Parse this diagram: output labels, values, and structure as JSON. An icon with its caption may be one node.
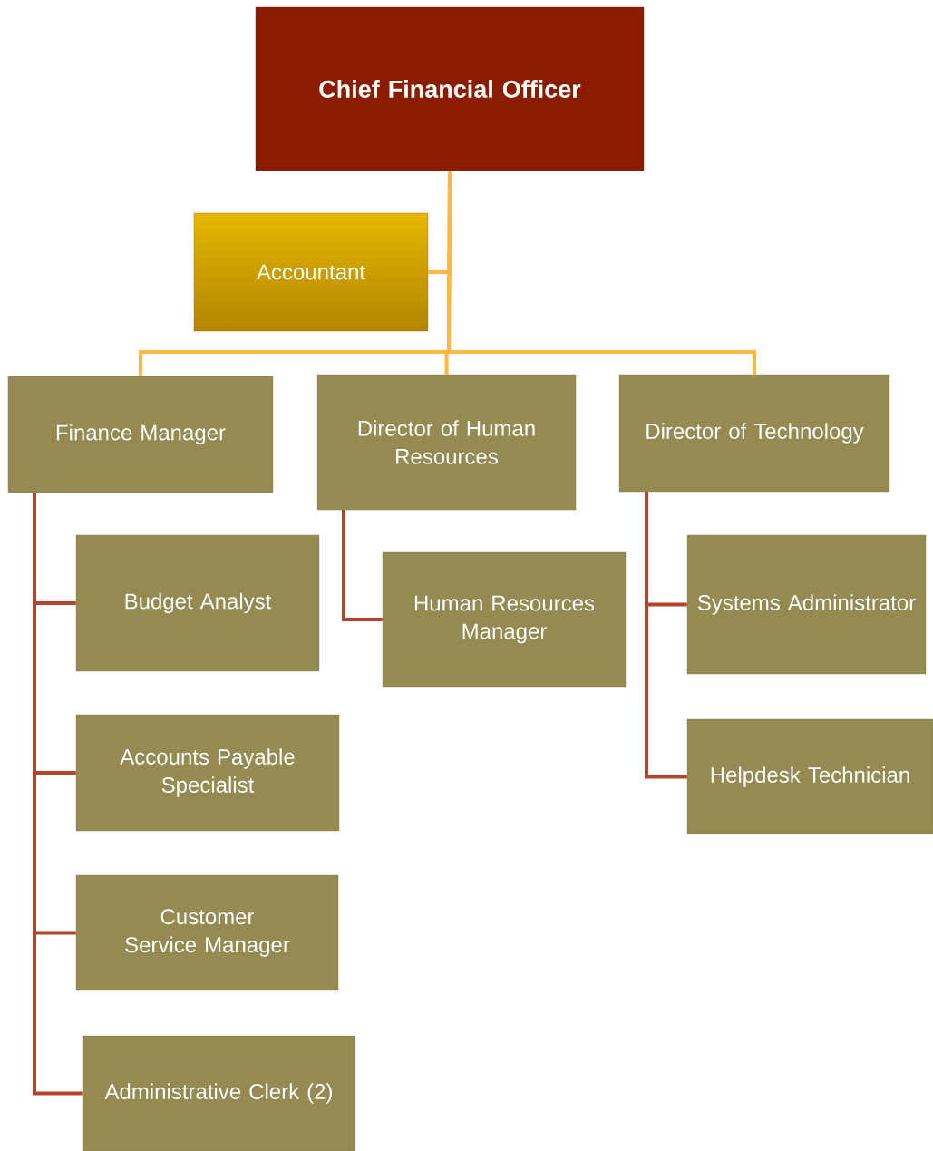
{
  "diagram": {
    "nodes": [
      {
        "text": [
          "Chief Financial Officer"
        ]
      },
      {
        "text": [
          "Accountant"
        ]
      },
      {
        "text": [
          "Finance Manager"
        ]
      },
      {
        "text": [
          "Director of Human Resources"
        ]
      },
      {
        "text": [
          "Director of Technology"
        ]
      },
      {
        "text": [
          "Budget Analyst"
        ]
      },
      {
        "text": [
          "Accounts Payable Specialist"
        ]
      },
      {
        "text": [
          "Customer Service Manager"
        ]
      },
      {
        "text": [
          "Administrative Clerk (2)"
        ]
      },
      {
        "text": [
          "Human Resources Manager"
        ]
      },
      {
        "text": [
          "Systems Administrator"
        ]
      },
      {
        "text": [
          "Helpdesk Technician"
        ]
      }
    ],
    "edges": [
      {
        "from": 0,
        "to": 1,
        "arrow": "none",
        "color": "#fbb843"
      },
      {
        "from": 0,
        "to": 2,
        "arrow": "none",
        "color": "#fbb843"
      },
      {
        "from": 0,
        "to": 3,
        "arrow": "none",
        "color": "#fbb843"
      },
      {
        "from": 0,
        "to": 4,
        "arrow": "none",
        "color": "#fbb843"
      },
      {
        "from": 2,
        "to": 5,
        "arrow": "none"
      },
      {
        "from": 2,
        "to": 6,
        "arrow": "none"
      },
      {
        "from": 2,
        "to": 7,
        "arrow": "none"
      },
      {
        "from": 2,
        "to": 8,
        "arrow": "none"
      },
      {
        "from": 3,
        "to": 9,
        "arrow": "none"
      },
      {
        "from": 4,
        "to": 10,
        "arrow": "none"
      },
      {
        "from": 4,
        "to": 11,
        "arrow": "none"
      }
    ]
  }
}
